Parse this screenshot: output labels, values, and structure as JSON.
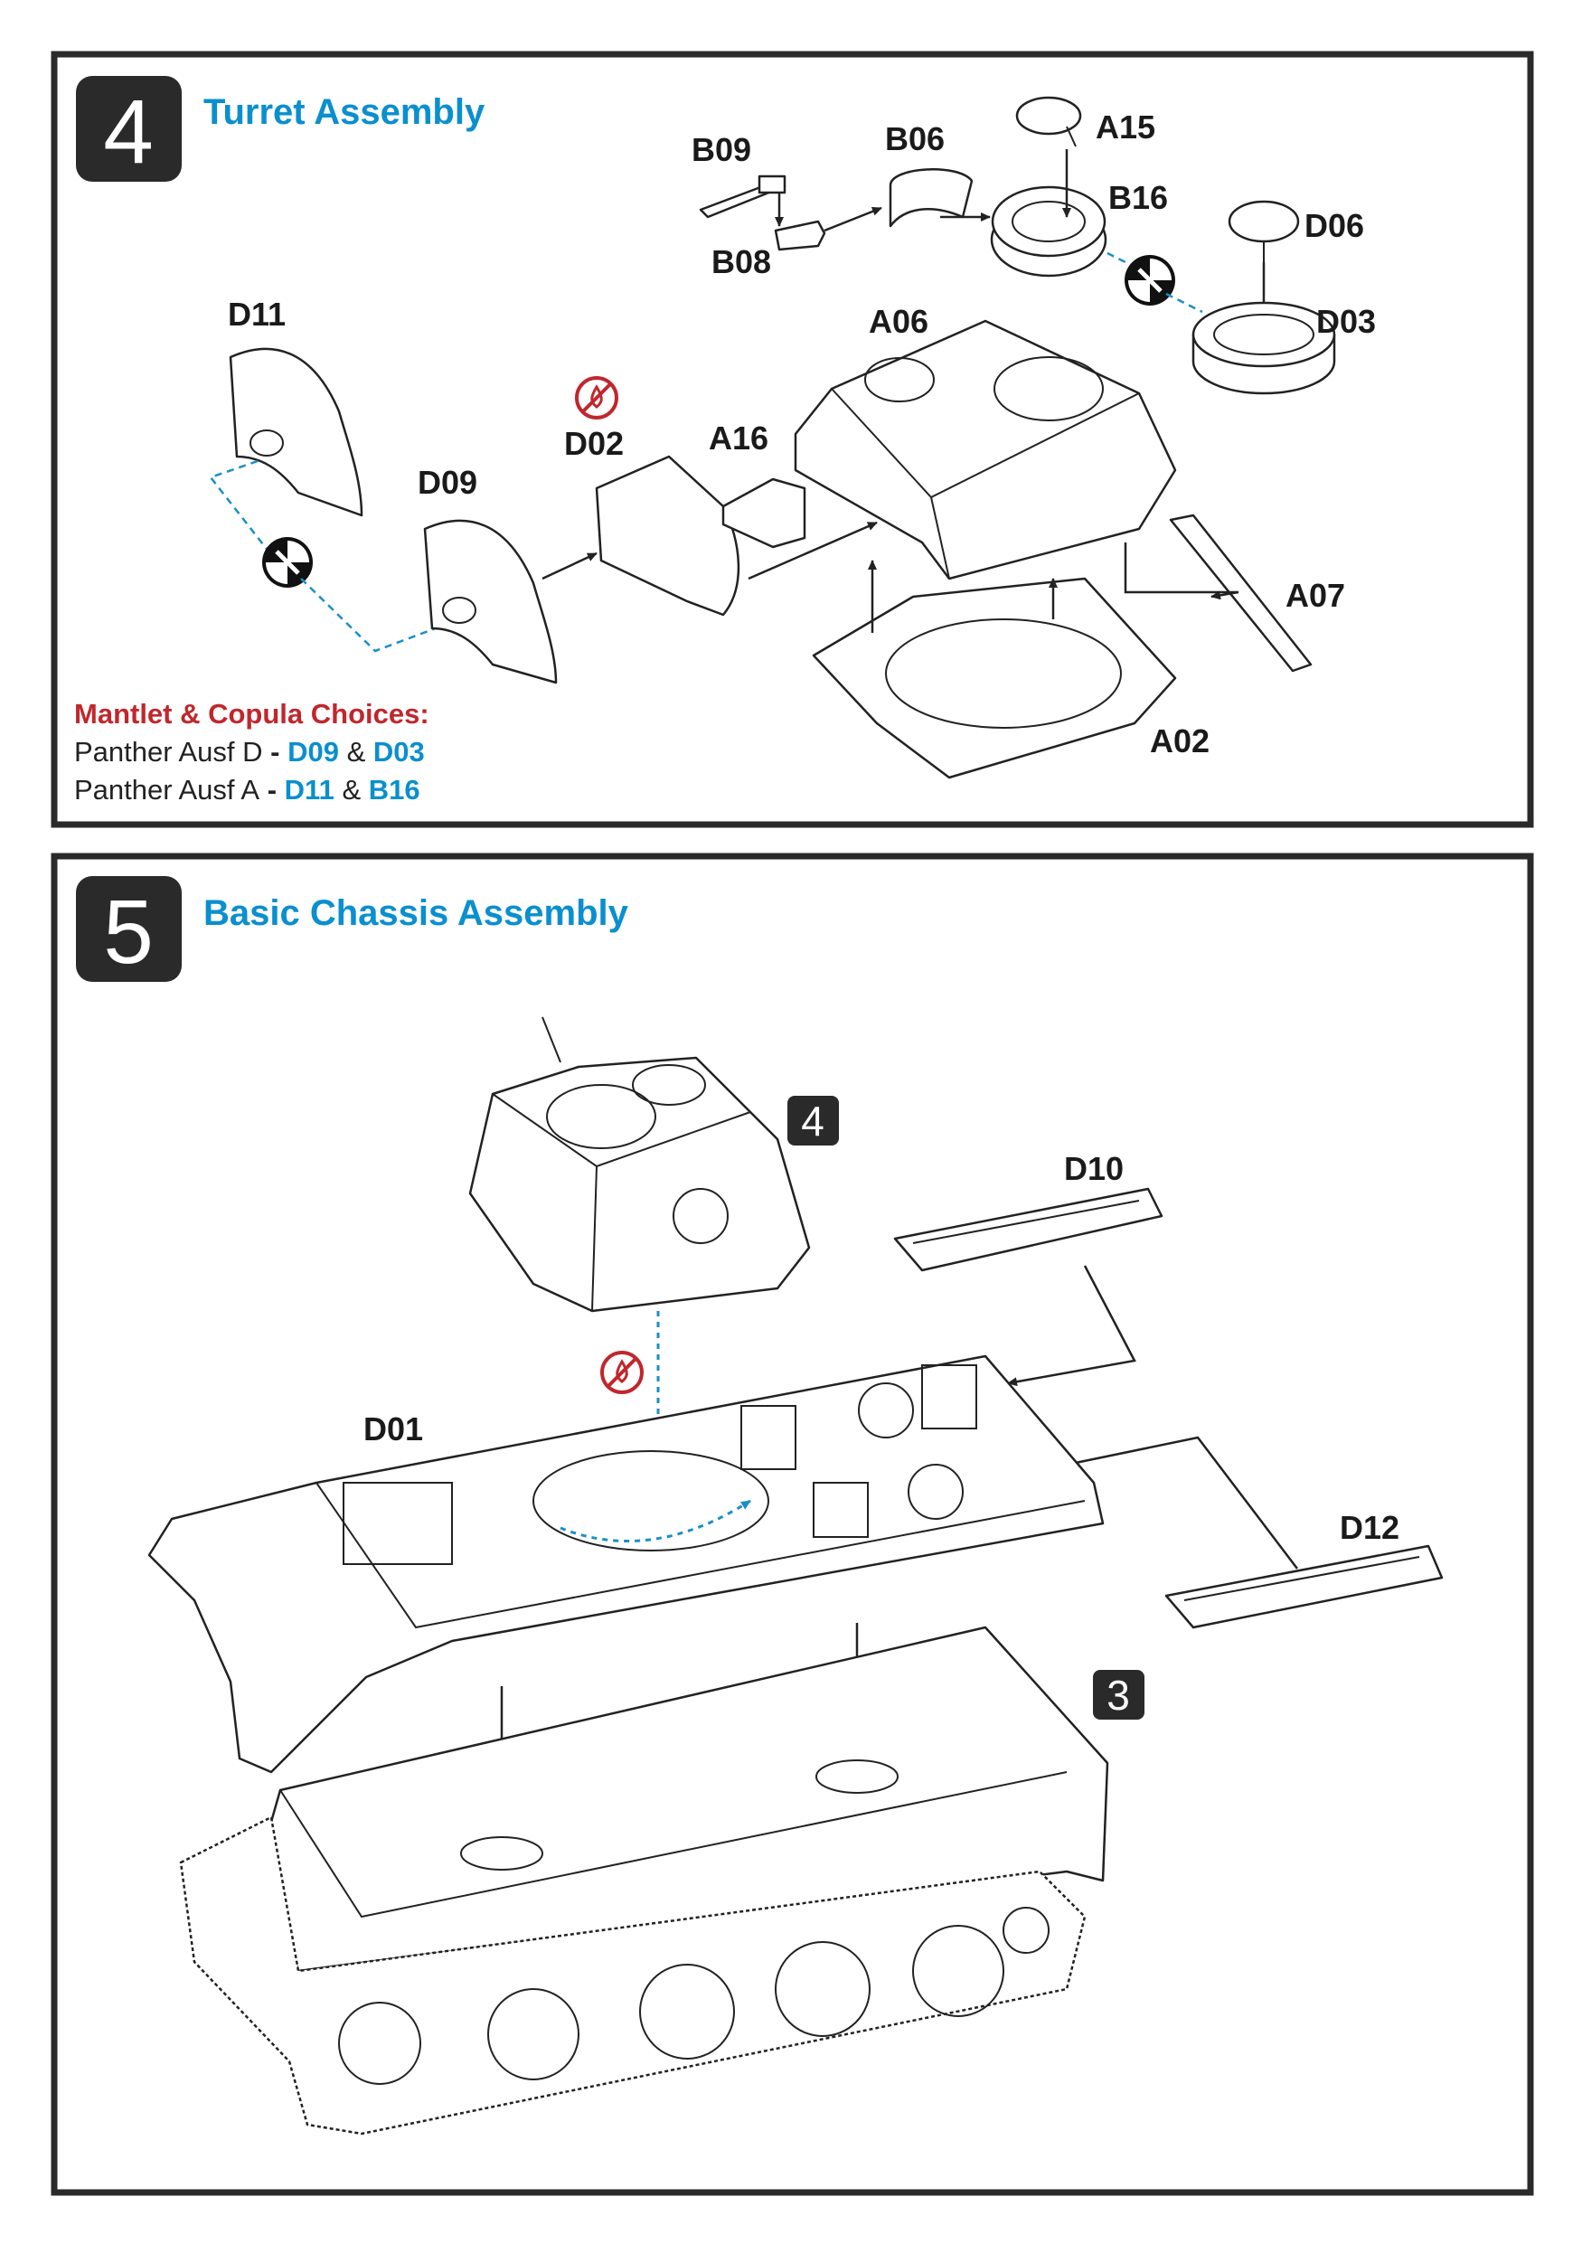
{
  "colors": {
    "title": "#0a8fcf",
    "warning": "#c0272d",
    "frame": "#2a2a2a",
    "badge": "#2a2a2a"
  },
  "step4": {
    "number": "4",
    "title": "Turret Assembly",
    "parts": {
      "B09": "B09",
      "B06": "B06",
      "A15": "A15",
      "B16": "B16",
      "D06": "D06",
      "B08": "B08",
      "D11": "D11",
      "A06": "A06",
      "D03": "D03",
      "D02": "D02",
      "A16": "A16",
      "D09": "D09",
      "A07": "A07",
      "A02": "A02"
    },
    "choices": {
      "heading": "Mantlet & Copula Choices:",
      "rows": [
        {
          "variant": "Panther Ausf D",
          "sep": " - ",
          "part1": "D09",
          "amp": " & ",
          "part2": "D03"
        },
        {
          "variant": "Panther Ausf A",
          "sep": " - ",
          "part1": "D11",
          "amp": " & ",
          "part2": "B16"
        }
      ]
    },
    "icons": [
      "no-glue-icon",
      "choice-icon"
    ]
  },
  "step5": {
    "number": "5",
    "title": "Basic Chassis Assembly",
    "ref_step_turret": "4",
    "ref_step_hull": "3",
    "parts": {
      "D10": "D10",
      "D01": "D01",
      "D12": "D12"
    },
    "icons": [
      "no-glue-icon"
    ]
  }
}
